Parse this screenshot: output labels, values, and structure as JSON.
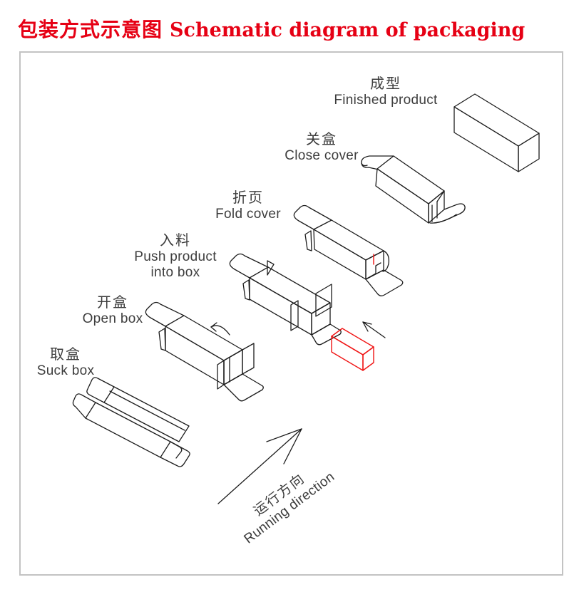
{
  "title": {
    "cn": "包装方式示意图",
    "en": "Schematic diagram of packaging"
  },
  "stages": [
    {
      "id": "suck-box",
      "cn": "取盒",
      "en": "Suck box"
    },
    {
      "id": "open-box",
      "cn": "开盒",
      "en": "Open box"
    },
    {
      "id": "push-product",
      "cn": "入料",
      "en": "Push product",
      "en2": "into box"
    },
    {
      "id": "fold-cover",
      "cn": "折页",
      "en": "Fold cover"
    },
    {
      "id": "close-cover",
      "cn": "关盒",
      "en": "Close cover"
    },
    {
      "id": "finished-product",
      "cn": "成型",
      "en": "Finished product"
    }
  ],
  "direction": {
    "cn": "运行方向",
    "en": "Running direction"
  },
  "colors": {
    "title_red": "#e60014",
    "line": "#1c1c1c",
    "product_red": "#f01414",
    "border_gray": "#c3c3c3",
    "label_gray": "#3d3d3d"
  }
}
